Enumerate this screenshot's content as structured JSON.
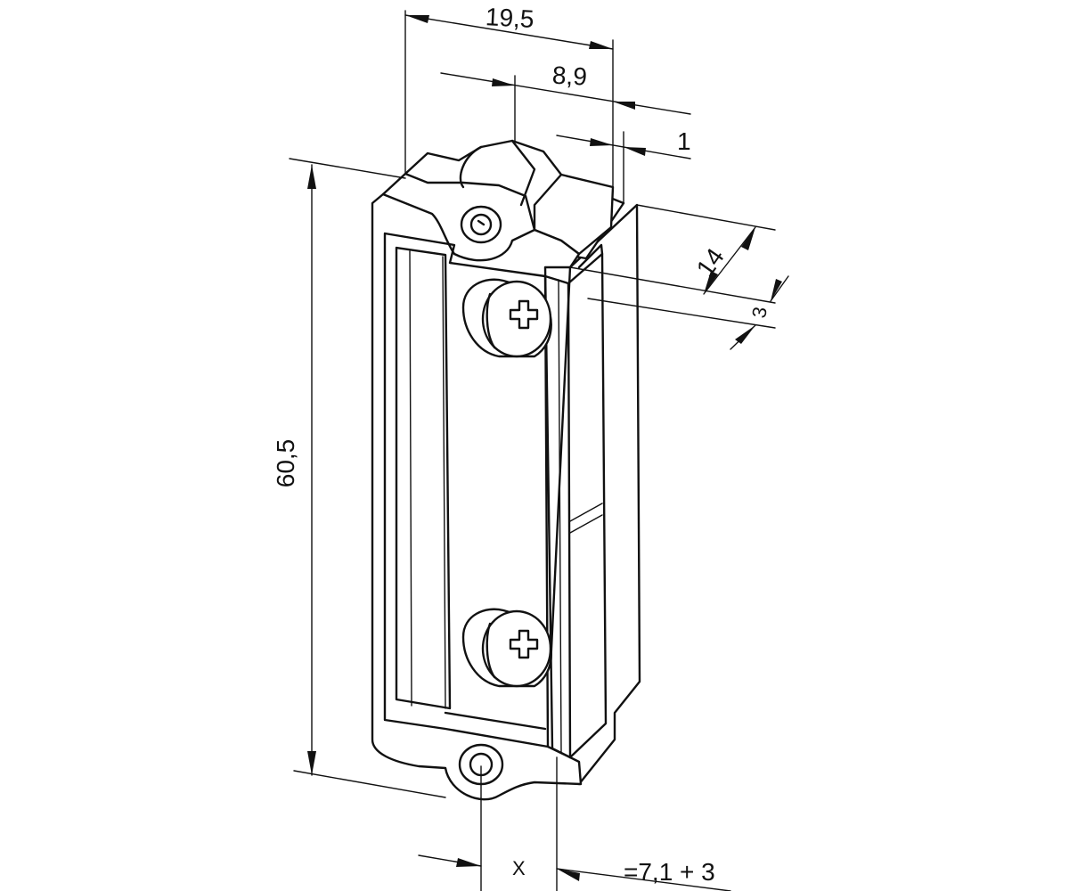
{
  "drawing": {
    "subject": "electric door strike",
    "dimensions": {
      "width_top": "19,5",
      "offset_top": "8,9",
      "lip": "1",
      "depth": "14",
      "depth_step": "3",
      "height": "60,5",
      "x_label": "X",
      "x_value": "=7,1 + 3"
    }
  }
}
